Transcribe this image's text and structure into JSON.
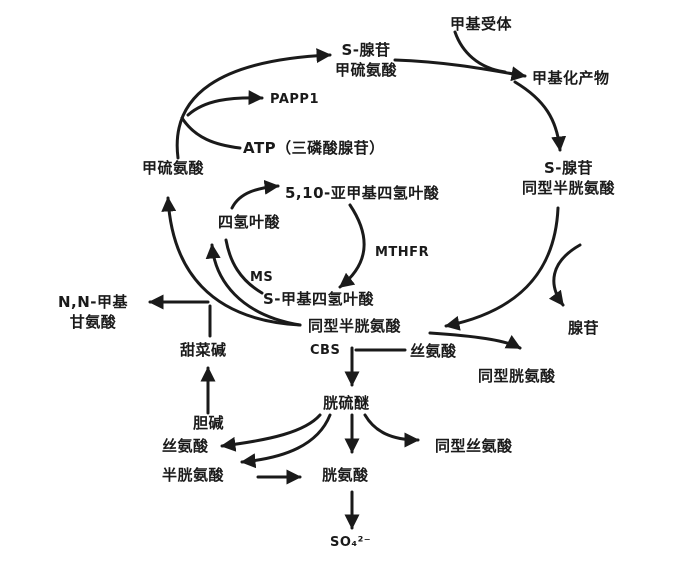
{
  "nodes": {
    "sam_line1": "S-腺苷",
    "sam_line2": "甲硫氨酸",
    "methyl_acceptor": "甲基受体",
    "methylated_product": "甲基化产物",
    "sah_line1": "S-腺苷",
    "sah_line2": "同型半胱氨酸",
    "papp": "PAPP1",
    "atp": "ATP（三磷酸腺苷）",
    "methionine": "甲硫氨酸",
    "methylene_thf": "5,10-亚甲基四氢叶酸",
    "thf": "四氢叶酸",
    "mthfr": "MTHFR",
    "ms": "MS",
    "methyl_thf": "S-甲基四氢叶酸",
    "dmg_line1": "N,N-甲基",
    "dmg_line2": "甘氨酸",
    "betaine": "甜菜碱",
    "homocysteine": "同型半胱氨酸",
    "adenosine": "腺苷",
    "cbs": "CBS",
    "serine_top": "丝氨酸",
    "homocysteic_acid": "同型胱氨酸",
    "cystathionine": "胱硫醚",
    "choline": "胆碱",
    "serine_bottom": "丝氨酸",
    "cysteine_left": "半胱氨酸",
    "cysteine": "胱氨酸",
    "homoserine": "同型丝氨酸",
    "sulfate": "SO₄²⁻"
  },
  "colors": {
    "ink": "#1a1a1a",
    "background": "#ffffff"
  }
}
